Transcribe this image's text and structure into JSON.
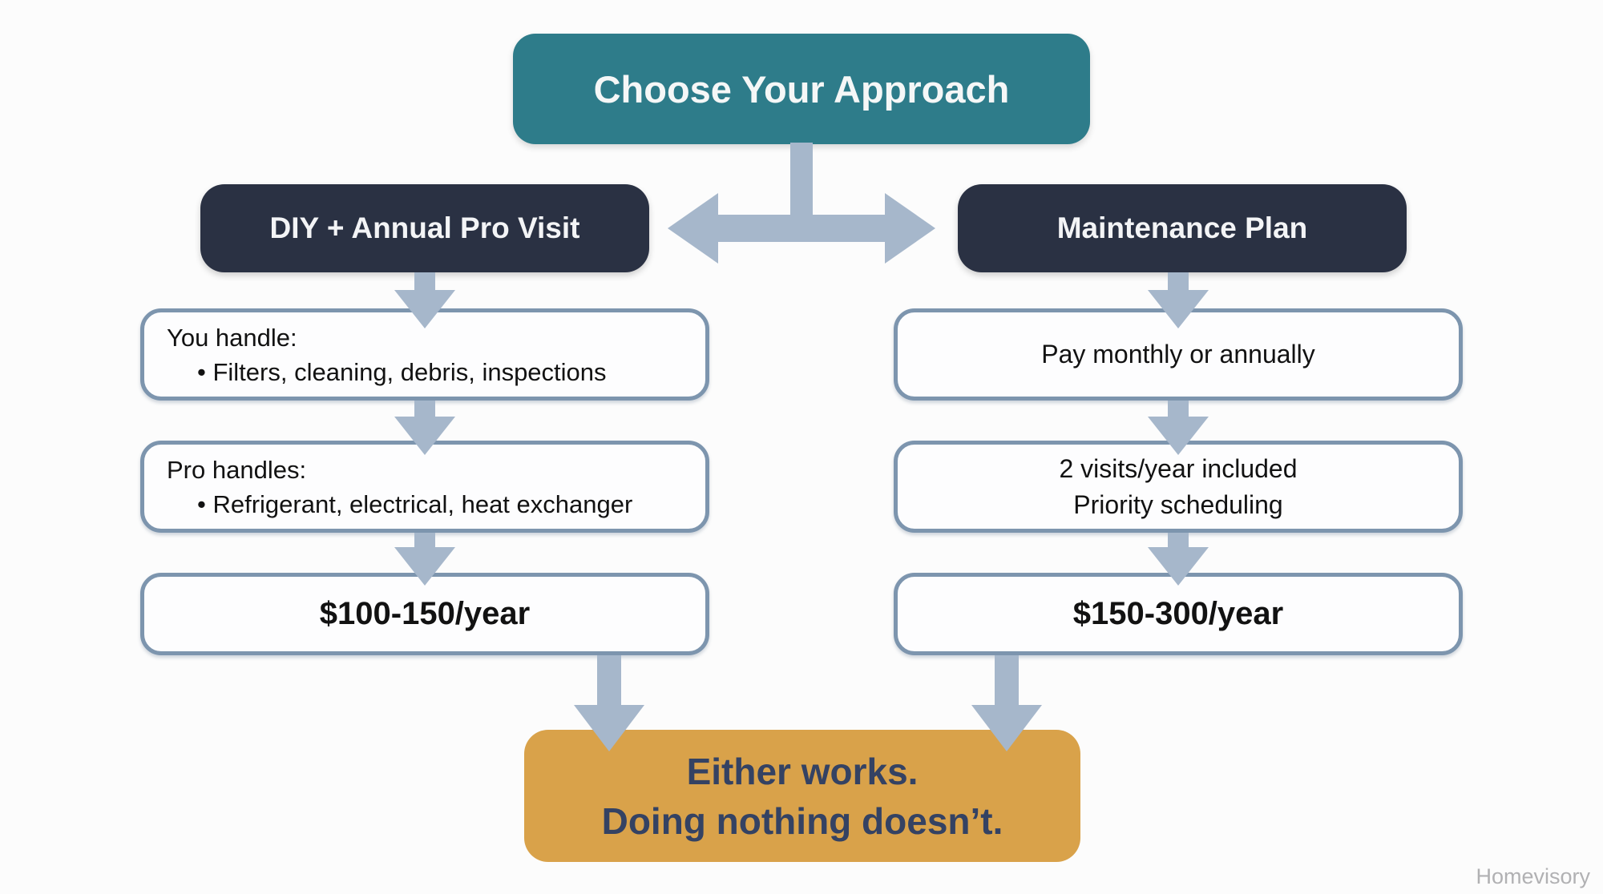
{
  "title": "Choose Your Approach",
  "branch_left": {
    "header": "DIY + Annual Pro Visit",
    "step1_heading": "You handle:",
    "step1_bullet": "•  Filters, cleaning, debris, inspections",
    "step2_heading": "Pro handles:",
    "step2_bullet": "•  Refrigerant, electrical, heat exchanger",
    "cost": "$100-150/year"
  },
  "branch_right": {
    "header": "Maintenance Plan",
    "step1": "Pay monthly or annually",
    "step2_line1": "2 visits/year included",
    "step2_line2": "Priority scheduling",
    "cost": "$150-300/year"
  },
  "conclusion": {
    "line1": "Either works.",
    "line2": "Doing nothing doesn’t."
  },
  "watermark": "Homevisory",
  "colors": {
    "header_teal": "#2e7c8a",
    "branch_navy": "#2a3143",
    "arrow_blue_gray": "#a6b7cb",
    "box_border_blue": "#7d95ae",
    "conclusion_orange": "#d9a24a",
    "conclusion_text_navy": "#344263"
  }
}
